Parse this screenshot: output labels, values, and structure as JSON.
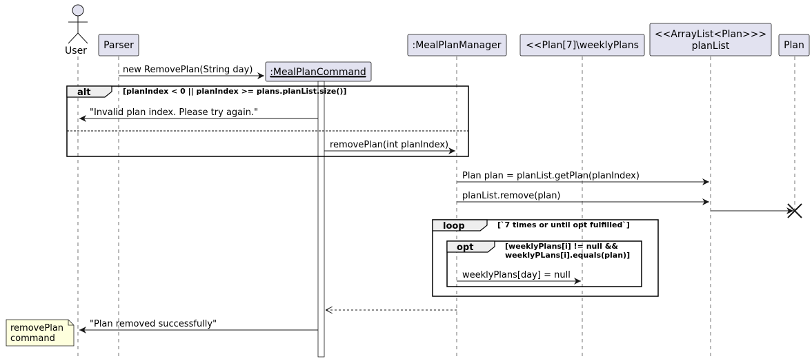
{
  "participants": {
    "user": "User",
    "parser": "Parser",
    "mpc": ":MealPlanCommand",
    "mpm": ":MealPlanManager",
    "weekly": "<<Plan[7]\\weeklyPlans",
    "planlist_line1": "<<ArrayList<Plan>>>",
    "planlist_line2": "planList",
    "plan": "Plan"
  },
  "messages": {
    "create": "new RemovePlan(String day)",
    "invalid": "\"Invalid plan index. Please try again.\"",
    "remove_plan": "removePlan(int planIndex)",
    "get_plan": "Plan plan = planList.getPlan(planIndex)",
    "list_remove": "planList.remove(plan)",
    "weekly_null": "weeklyPlans[day] = null",
    "success": "\"Plan removed successfully\""
  },
  "fragments": {
    "alt": {
      "keyword": "alt",
      "guard": "[planIndex < 0 || planIndex >= plans.planList.size()]"
    },
    "loop": {
      "keyword": "loop",
      "guard": "[`7 times or until opt fulfilled`]"
    },
    "opt": {
      "keyword": "opt",
      "guard_line1": "[weeklyPlans[i] != null &&",
      "guard_line2": "weeklyPLans[i].equals(plan)]"
    }
  },
  "note": {
    "line1": "removePlan",
    "line2": "command"
  },
  "colors": {
    "participant_fill": "#E2E2F0",
    "participant_stroke": "#181818",
    "note_fill": "#FEFFDD",
    "lifeline": "#181818"
  }
}
